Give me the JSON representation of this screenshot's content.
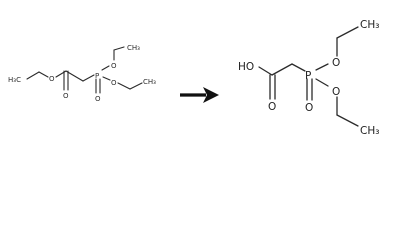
{
  "reactant": {
    "labels": {
      "h3c": "H₃C",
      "o_ester": "O",
      "o_carbonyl": "O",
      "p": "P",
      "o_phosphoryl": "O",
      "o_upper": "O",
      "o_lower": "O",
      "ch3_upper": "CH₃",
      "ch3_lower": "CH₃"
    }
  },
  "arrow": {
    "color": "#111111"
  },
  "product": {
    "labels": {
      "ho": "HO",
      "o_carbonyl": "O",
      "p": "P",
      "o_phosphoryl": "O",
      "o_upper": "O",
      "o_lower": "O",
      "ch3_upper": "CH₃",
      "ch3_lower": "CH₃"
    }
  }
}
